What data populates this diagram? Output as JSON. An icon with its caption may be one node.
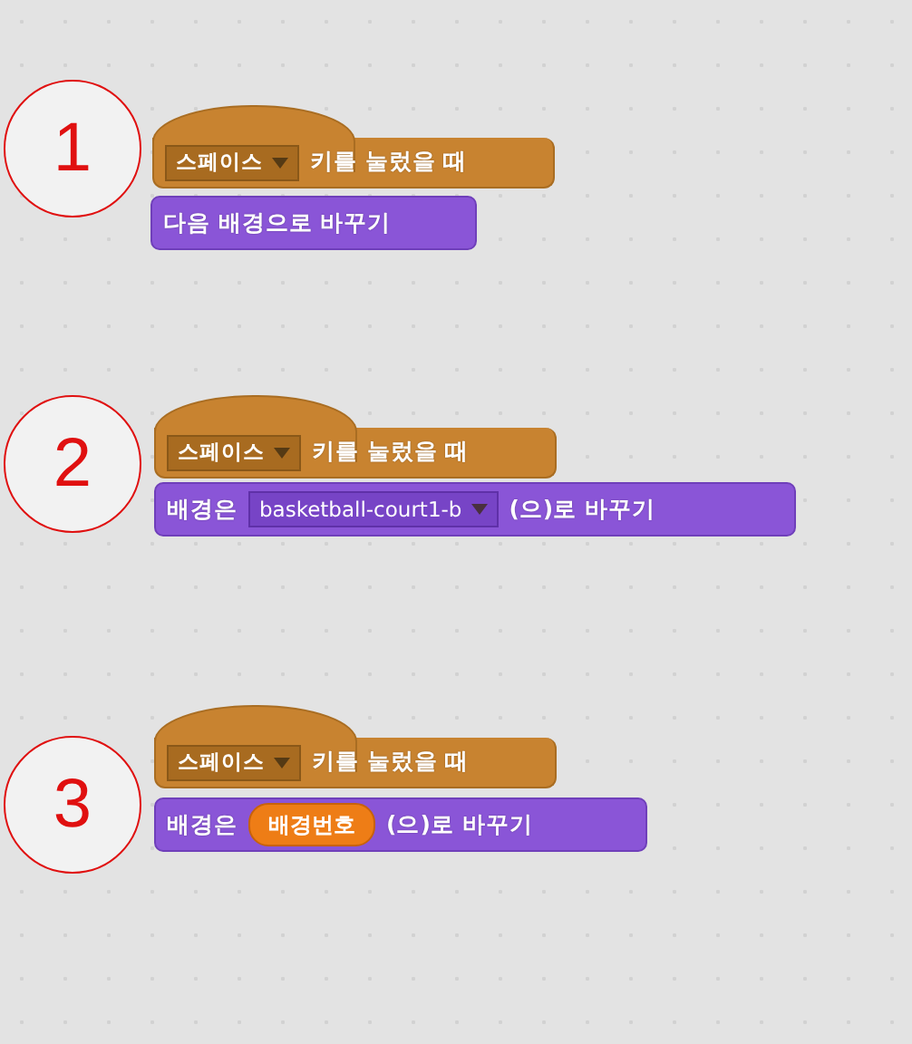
{
  "diagram": {
    "nodes": [
      {
        "text": [
          "1"
        ]
      },
      {
        "text": [
          "키를 눌렀을 때"
        ]
      },
      {
        "text": [
          "스페이스"
        ],
        "in": 1
      },
      {
        "text": [
          "다음 배경으로 바꾸기"
        ]
      },
      {
        "text": [
          "2"
        ]
      },
      {
        "text": [
          "키를 눌렀을 때"
        ]
      },
      {
        "text": [
          "스페이스"
        ],
        "in": 5
      },
      {
        "text": [
          "배경은",
          "(으)로 바꾸기"
        ]
      },
      {
        "text": [
          "basketball-court1-b"
        ],
        "in": 7
      },
      {
        "text": [
          "3"
        ]
      },
      {
        "text": [
          "키를 눌렀을 때"
        ]
      },
      {
        "text": [
          "스페이스"
        ],
        "in": 10
      },
      {
        "text": [
          "배경은",
          "(으)로 바꾸기"
        ]
      },
      {
        "text": [
          "배경번호"
        ],
        "in": 12
      }
    ]
  }
}
